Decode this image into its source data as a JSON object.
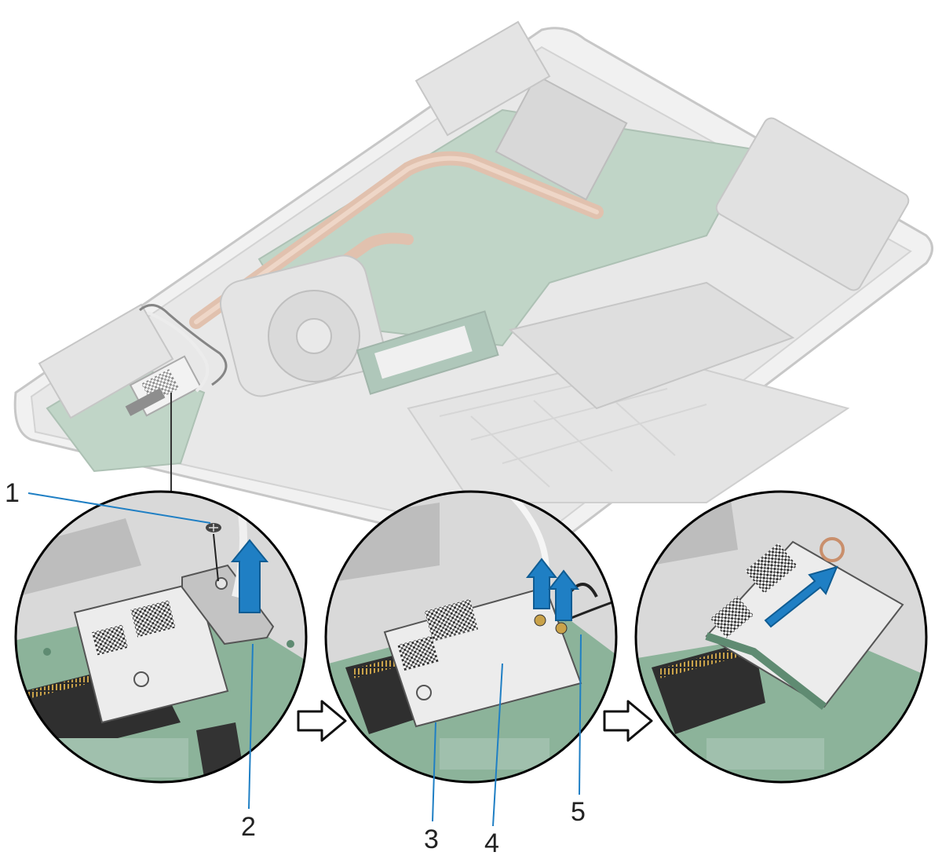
{
  "callouts": {
    "c1": "1",
    "c2": "2",
    "c3": "3",
    "c4": "4",
    "c5": "5"
  },
  "colors": {
    "chassis": "#dcdcdc",
    "board": "#7fa68c",
    "copper": "#c98f6c",
    "card": "#e8e8e8",
    "arrow": "#1f7fc4",
    "leader": "#333333"
  },
  "icons": [
    "screw-icon",
    "lift-arrow-icon",
    "process-arrow-icon",
    "slide-arrow-icon"
  ]
}
